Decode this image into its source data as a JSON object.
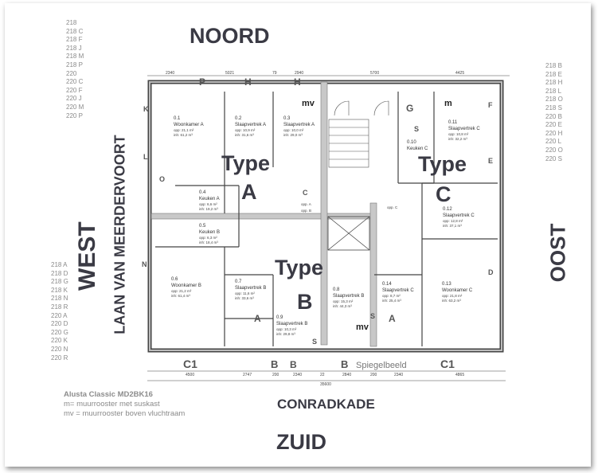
{
  "compass": {
    "north": "NOORD",
    "south": "ZUID",
    "west": "WEST",
    "east": "OOST"
  },
  "streets": {
    "west": "LAAN VAN MEERDERVOORT",
    "south": "CONRADKADE"
  },
  "unit_lists": {
    "top_left": [
      "218",
      "218 C",
      "218 F",
      "218 J",
      "218 M",
      "218 P",
      "220",
      "220 C",
      "220 F",
      "220 J",
      "220 M",
      "220 P"
    ],
    "bottom_left": [
      "218 A",
      "218 D",
      "218 G",
      "218 K",
      "218 N",
      "218 R",
      "220 A",
      "220 D",
      "220 G",
      "220 K",
      "220 N",
      "220 R"
    ],
    "right": [
      "218 B",
      "218 E",
      "218 H",
      "218 L",
      "218 O",
      "218 S",
      "220 B",
      "220 E",
      "220 H",
      "220 L",
      "220 O",
      "220 S"
    ]
  },
  "legend": {
    "title": "Alusta Classic MD2BK16",
    "m": "m= muurrooster met suskast",
    "mv": "mv = muurrooster boven vluchtraam"
  },
  "types": {
    "a": [
      "Type",
      "A"
    ],
    "b": [
      "Type",
      "B"
    ],
    "c": [
      "Type",
      "C"
    ]
  },
  "rooms": [
    {
      "no": "0.1",
      "name": "Woonkamer A",
      "opp": "opp: 21,1 m²",
      "inh": "inh: 61,2 m³"
    },
    {
      "no": "0.2",
      "name": "Slaapvertrek A",
      "opp": "opp: 10,9 m²",
      "inh": "inh: 31,6 m³"
    },
    {
      "no": "0.3",
      "name": "Slaapvertrek A",
      "opp": "opp: 10,0 m²",
      "inh": "inh: 29,0 m³"
    },
    {
      "no": "0.4",
      "name": "Keuken A",
      "opp": "opp: 6,6 m²",
      "inh": "inh: 19,2 m³"
    },
    {
      "no": "0.5",
      "name": "Keuken B",
      "opp": "opp: 6,3 m²",
      "inh": "inh: 18,4 m³"
    },
    {
      "no": "0.6",
      "name": "Woonkamer B",
      "opp": "opp: 21,2 m²",
      "inh": "inh: 61,4 m³"
    },
    {
      "no": "0.7",
      "name": "Slaapvertrek B",
      "opp": "opp: 11,6 m²",
      "inh": "inh: 33,6 m³"
    },
    {
      "no": "0.8",
      "name": "Slaapvertrek B",
      "opp": "opp: 15,3 m²",
      "inh": "inh: 44,3 m³"
    },
    {
      "no": "0.9",
      "name": "Slaapvertrek B",
      "opp": "opp: 10,3 m²",
      "inh": "inh: 29,8 m³"
    },
    {
      "no": "0.10",
      "name": "Keuken C",
      "opp": "",
      "inh": ""
    },
    {
      "no": "0.11",
      "name": "Slaapvertrek C",
      "opp": "opp: 10,8 m²",
      "inh": "inh: 32,2 m³"
    },
    {
      "no": "0.12",
      "name": "Slaapvertrek C",
      "opp": "opp: 12,8 m²",
      "inh": "inh: 37,1 m³"
    },
    {
      "no": "0.13",
      "name": "Woonkamer C",
      "opp": "opp: 21,8 m²",
      "inh": "inh: 63,2 m³"
    },
    {
      "no": "0.14",
      "name": "Slaapvertrek C",
      "opp": "opp: 8,7 m²",
      "inh": "inh: 25,4 m³"
    }
  ],
  "markers": {
    "mv": "mv",
    "m": "m",
    "s": "S",
    "g": "G",
    "p": "P",
    "h": "H",
    "a": "A",
    "b": "B",
    "c": "C",
    "o": "O",
    "e": "E",
    "f": "F",
    "d": "D",
    "n": "N",
    "l": "L",
    "k": "K",
    "opp_a": "opp. A",
    "opp_b": "opp. B",
    "opp_c": "opp. C"
  },
  "bottom_labels": {
    "c1": "C1",
    "b": "B",
    "spiegelbeeld": "Spiegelbeeld"
  },
  "dimensions": {
    "top": [
      "2340",
      "5021",
      "79",
      "2940",
      "5700",
      "4425"
    ],
    "bottom": [
      "4500",
      "2747",
      "200",
      "2340",
      "22",
      "2840",
      "200",
      "2340",
      "4865"
    ],
    "total": "35600"
  }
}
